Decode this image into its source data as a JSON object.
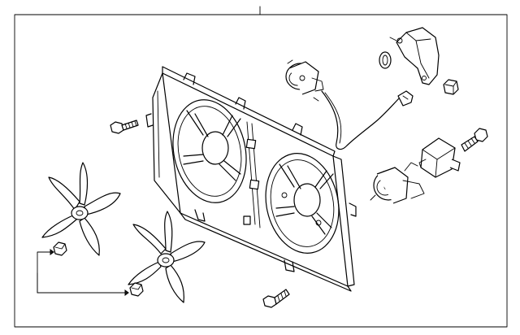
{
  "diagram": {
    "background": "#ffffff",
    "frame_stroke": "#000000",
    "parts": [
      "fan-shroud",
      "fan-blade-left",
      "fan-blade-right",
      "fan-motor-upper",
      "fan-motor-lower",
      "wiring-harness",
      "shroud-bracket",
      "fan-relay",
      "bolt",
      "nut",
      "grommet",
      "clip"
    ]
  }
}
